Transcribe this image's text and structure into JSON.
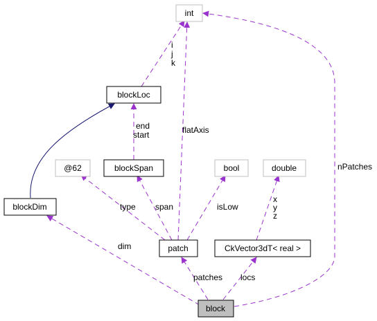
{
  "diagram": {
    "nodes": {
      "int": "int",
      "blockLoc": "blockLoc",
      "anon62": "@62",
      "blockSpan": "blockSpan",
      "bool": "bool",
      "double": "double",
      "blockDim": "blockDim",
      "patch": "patch",
      "ckvector": "CkVector3dT< real >",
      "block": "block"
    },
    "edge_labels": {
      "ijk": [
        "i",
        "j",
        "k"
      ],
      "end_start": [
        "end",
        "start"
      ],
      "flatAxis": "flatAxis",
      "nPatches": "nPatches",
      "type": "type",
      "span": "span",
      "isLow": "isLow",
      "xyz": [
        "x",
        "y",
        "z"
      ],
      "dim": "dim",
      "patches": "patches",
      "locs": "locs"
    }
  },
  "colors": {
    "usage_edge": "#9a32cd",
    "inherit_edge": "#191970",
    "focus_fill": "#bfbfbf",
    "external_border": "#bfbfbf",
    "class_border": "#000000"
  }
}
